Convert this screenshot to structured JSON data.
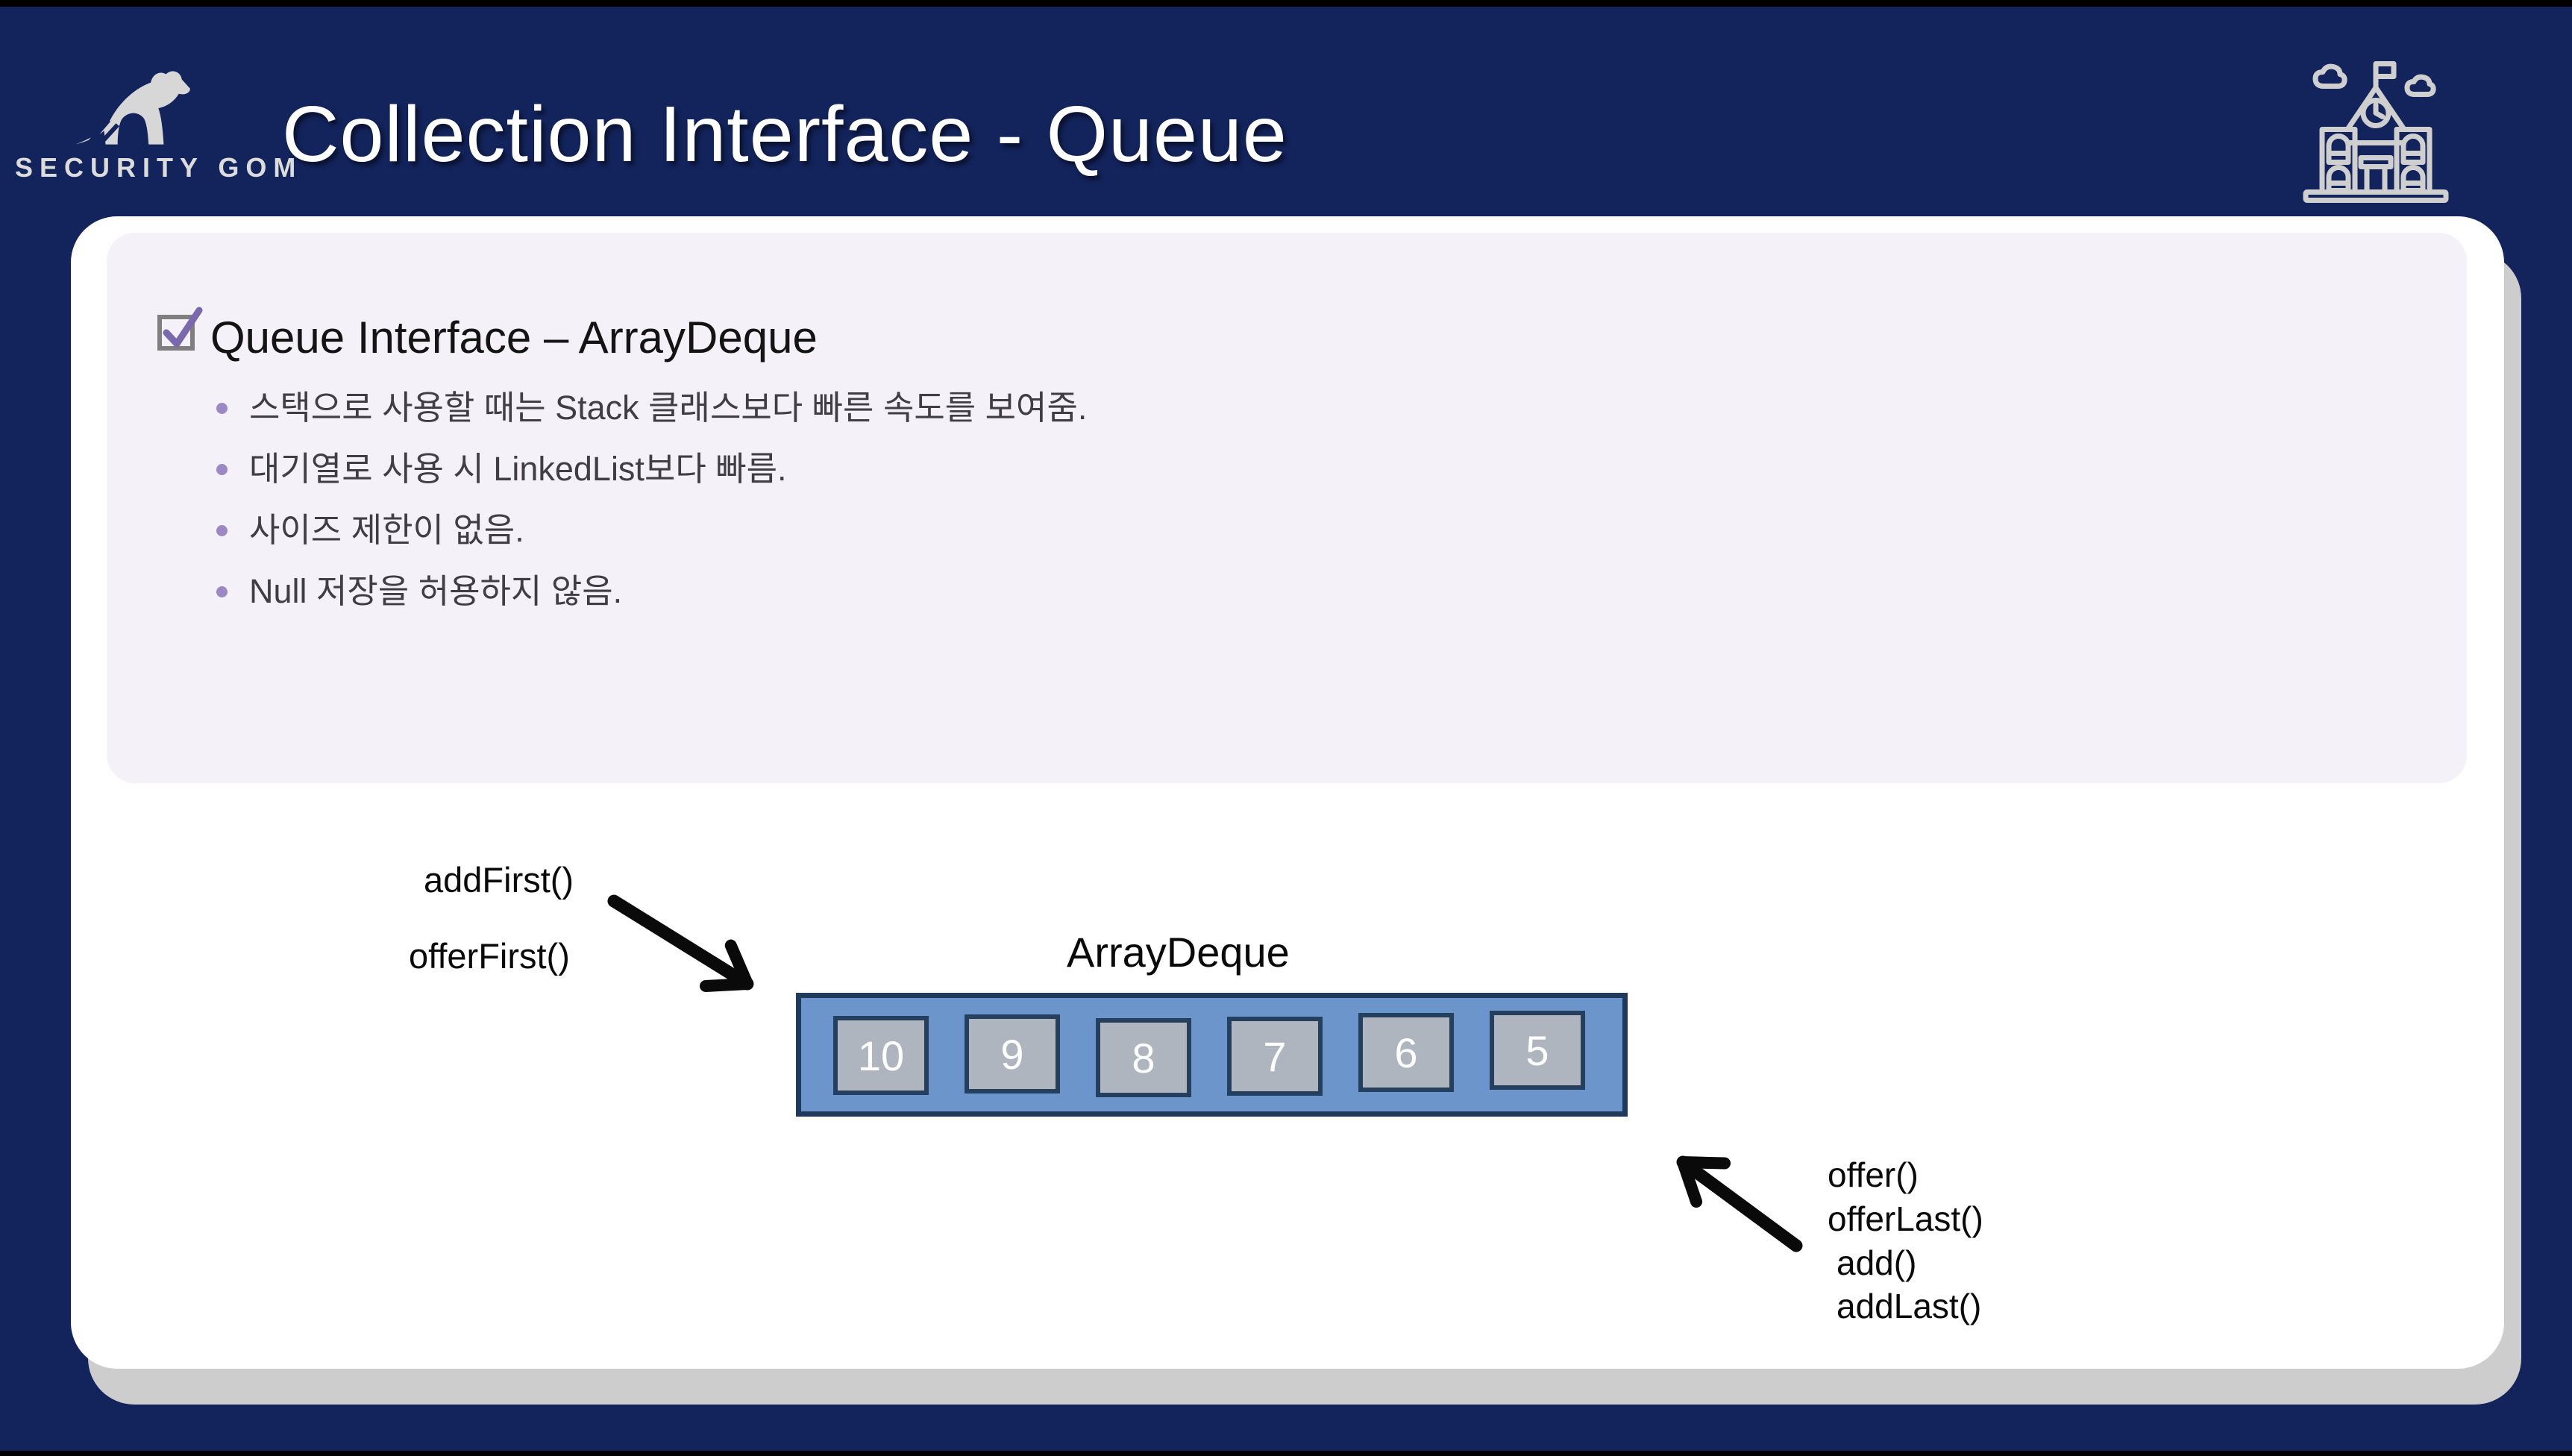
{
  "header": {
    "logo_text": "SECURITY GOM",
    "title": "Collection Interface - Queue"
  },
  "content": {
    "heading": "Queue Interface – ArrayDeque",
    "bullets": [
      "스택으로 사용할 때는 Stack 클래스보다 빠른 속도를 보여줌.",
      "대기열로 사용 시 LinkedList보다 빠름.",
      "사이즈 제한이 없음.",
      "Null 저장을 허용하지 않음."
    ]
  },
  "diagram": {
    "front_labels": [
      "addFirst()",
      "offerFirst()"
    ],
    "deque_title": "ArrayDeque",
    "cells": [
      "10",
      "9",
      "8",
      "7",
      "6",
      "5"
    ],
    "rear_labels": [
      "offer()",
      "offerLast()",
      "add()",
      "addLast()"
    ]
  },
  "colors": {
    "background_navy": "#13235B",
    "panel_lavender": "#F4F2F8",
    "card_white": "#FFFFFF",
    "card_shadow_gray": "#CDCDCD",
    "deque_fill_blue": "#6C96CB",
    "deque_border_navy": "#1F3A5C",
    "cell_fill_gray": "#AFB5BF",
    "cell_border_navy": "#25405F",
    "bullet_dot_purple": "#9C89C4",
    "check_purple": "#7C68AC",
    "logo_gray": "#D7D7D7"
  }
}
